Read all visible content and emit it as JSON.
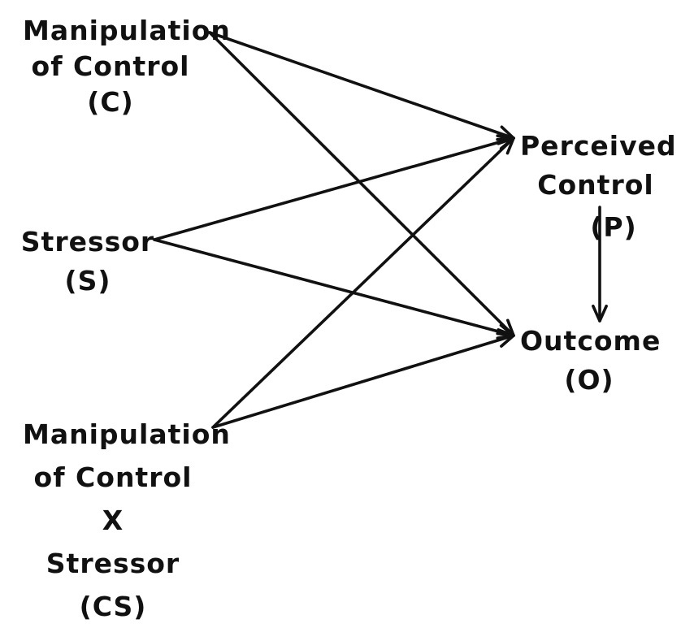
{
  "nodes": {
    "C": {
      "lines": [
        "Manipulation",
        "of Control",
        "(C)"
      ]
    },
    "S": {
      "lines": [
        "Stressor",
        "(S)"
      ]
    },
    "CS": {
      "lines": [
        "Manipulation",
        "of Control",
        "X",
        "Stressor",
        "(CS)"
      ]
    },
    "P": {
      "lines": [
        "Perceived",
        "Control",
        "(P)"
      ]
    },
    "O": {
      "lines": [
        "Outcome",
        "(O)"
      ]
    }
  },
  "edges": [
    {
      "from": "C",
      "to": "P"
    },
    {
      "from": "C",
      "to": "O"
    },
    {
      "from": "S",
      "to": "P"
    },
    {
      "from": "S",
      "to": "O"
    },
    {
      "from": "CS",
      "to": "P"
    },
    {
      "from": "CS",
      "to": "O"
    },
    {
      "from": "P",
      "to": "O"
    }
  ],
  "colors": {
    "ink": "#111111",
    "background": "#ffffff"
  }
}
